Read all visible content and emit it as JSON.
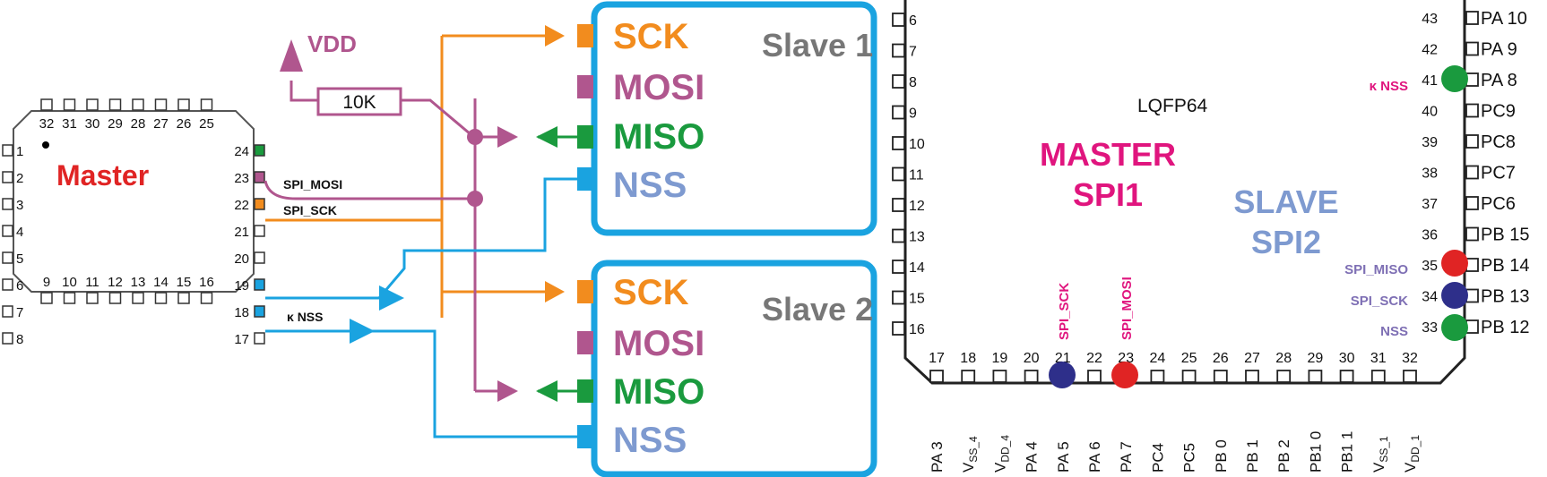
{
  "colors": {
    "orange": "#F28C1E",
    "purple": "#B0568E",
    "green": "#1A9A3E",
    "blue": "#1AA3E0",
    "slaveBorder": "#1AA3E0",
    "sck_text": "#F28C1E",
    "mosi_text": "#B0568E",
    "miso_text": "#1A9A3E",
    "nss_text": "#7E9AD0",
    "master_red": "#E02424",
    "magenta": "#E0157E",
    "slave_blue": "#7E9AD0",
    "navy": "#2E2F8A",
    "dot_red": "#E02424",
    "dot_green": "#1A9A3E",
    "dot_navy": "#2E2F8A",
    "grey": "#777777"
  },
  "master": {
    "title": "Master",
    "top_pins": [
      "32",
      "31",
      "30",
      "29",
      "28",
      "27",
      "26",
      "25"
    ],
    "left_pins": [
      "1",
      "2",
      "3",
      "4",
      "5",
      "6",
      "7",
      "8"
    ],
    "right_pins": [
      "24",
      "23",
      "22",
      "21",
      "20",
      "19",
      "18",
      "17"
    ],
    "bottom_pins": [
      "9",
      "10",
      "11",
      "12",
      "13",
      "14",
      "15",
      "16"
    ],
    "label_mosi": "SPI_MOSI",
    "label_sck": "SPI_SCK",
    "label_nss": "κ NSS"
  },
  "vdd": "VDD",
  "resistor": "10K",
  "slaves": [
    {
      "title": "Slave 1",
      "sck": "SCK",
      "mosi": "MOSI",
      "miso": "MISO",
      "nss": "NSS"
    },
    {
      "title": "Slave 2",
      "sck": "SCK",
      "mosi": "MOSI",
      "miso": "MISO",
      "nss": "NSS"
    }
  ],
  "chip": {
    "package": "LQFP64",
    "master_line1": "MASTER",
    "master_line2": "SPI1",
    "slave_line1": "SLAVE",
    "slave_line2": "SPI2",
    "left_pins": [
      "6",
      "7",
      "8",
      "9",
      "10",
      "11",
      "12",
      "13",
      "14",
      "15",
      "16"
    ],
    "right_nums": [
      "43",
      "42",
      "41",
      "40",
      "39",
      "38",
      "37",
      "36",
      "35",
      "34",
      "33"
    ],
    "right_names": [
      "PA 10",
      "PA 9",
      "PA 8",
      "PC9",
      "PC8",
      "PC7",
      "PC6",
      "PB 15",
      "PB 14",
      "PB 13",
      "PB 12"
    ],
    "right_sig_nss41": "κ NSS",
    "right_sig_miso": "SPI_MISO",
    "right_sig_sck": "SPI_SCK",
    "right_sig_nss33": "NSS",
    "bottom_nums": [
      "17",
      "18",
      "19",
      "20",
      "21",
      "22",
      "23",
      "24",
      "25",
      "26",
      "27",
      "28",
      "29",
      "30",
      "31",
      "32"
    ],
    "bottom_names": [
      "PA 3",
      "V_SS_4",
      "V_DD_4",
      "PA 4",
      "PA 5",
      "PA 6",
      "PA 7",
      "PC4",
      "PC5",
      "PB 0",
      "PB 1",
      "PB 2",
      "PB1 0",
      "PB1 1",
      "V_SS_1",
      "V_DD_1"
    ],
    "bottom_main": [
      "PA 3",
      "V",
      "V",
      "PA 4",
      "PA 5",
      "PA 6",
      "PA 7",
      "PC4",
      "PC5",
      "PB 0",
      "PB 1",
      "PB 2",
      "PB1 0",
      "PB1 1",
      "V",
      "V"
    ],
    "bottom_sub": [
      "",
      "SS_4",
      "DD_4",
      "",
      "",
      "",
      "",
      "",
      "",
      "",
      "",
      "",
      "",
      "",
      "SS_1",
      "DD_1"
    ],
    "sig_sck": "SPI_SCK",
    "sig_mosi": "SPI_MOSI"
  }
}
